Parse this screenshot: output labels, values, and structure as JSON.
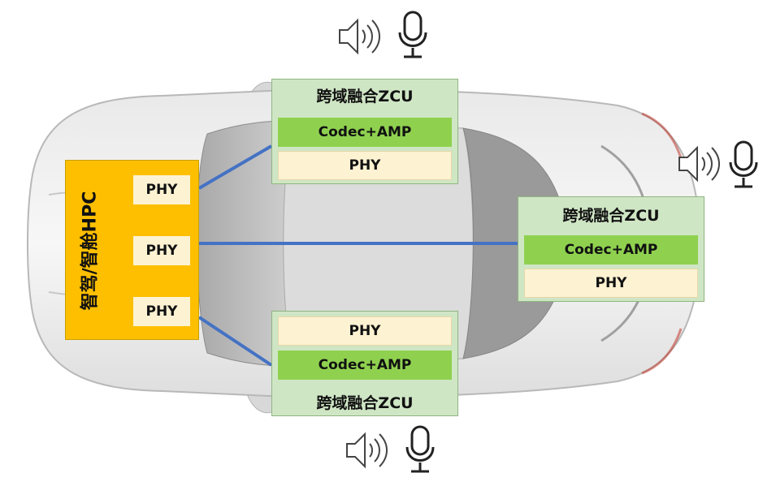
{
  "hpc": {
    "label": "智驾/智舱HPC",
    "phy_ports": [
      "PHY",
      "PHY",
      "PHY"
    ]
  },
  "zcu_top": {
    "title": "跨域融合ZCU",
    "codec": "Codec+AMP",
    "phy": "PHY"
  },
  "zcu_right": {
    "title": "跨域融合ZCU",
    "codec": "Codec+AMP",
    "phy": "PHY"
  },
  "zcu_bottom": {
    "title": "跨域融合ZCU",
    "codec": "Codec+AMP",
    "phy": "PHY"
  },
  "icons": [
    "speaker-icon",
    "microphone-icon"
  ],
  "colors": {
    "hpc": "#fdbf00",
    "zcu": "#cfe6c5",
    "codec": "#8fd14f",
    "phy": "#fdf2d2",
    "link": "#4472c4"
  }
}
